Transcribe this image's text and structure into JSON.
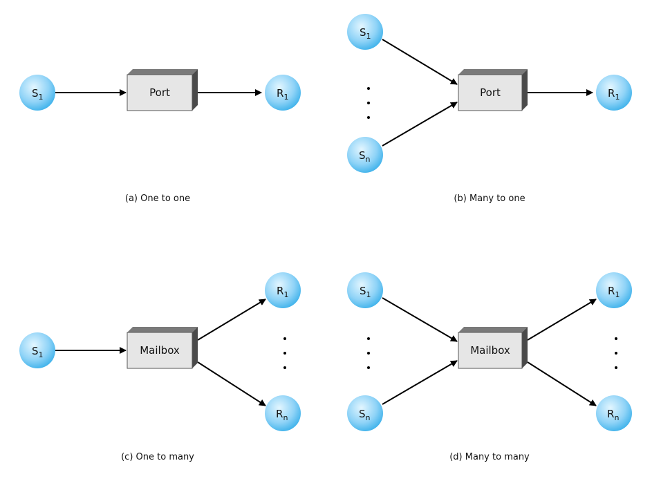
{
  "panels": [
    {
      "id": "a",
      "caption": "(a) One to one",
      "box_label": "Port",
      "senders": [
        {
          "base": "S",
          "sub": "1"
        }
      ],
      "receivers": [
        {
          "base": "R",
          "sub": "1"
        }
      ]
    },
    {
      "id": "b",
      "caption": "(b) Many to one",
      "box_label": "Port",
      "senders": [
        {
          "base": "S",
          "sub": "1"
        },
        {
          "base": "S",
          "sub": "n"
        }
      ],
      "receivers": [
        {
          "base": "R",
          "sub": "1"
        }
      ]
    },
    {
      "id": "c",
      "caption": "(c) One to many",
      "box_label": "Mailbox",
      "senders": [
        {
          "base": "S",
          "sub": "1"
        }
      ],
      "receivers": [
        {
          "base": "R",
          "sub": "1"
        },
        {
          "base": "R",
          "sub": "n"
        }
      ]
    },
    {
      "id": "d",
      "caption": "(d) Many to many",
      "box_label": "Mailbox",
      "senders": [
        {
          "base": "S",
          "sub": "1"
        },
        {
          "base": "S",
          "sub": "n"
        }
      ],
      "receivers": [
        {
          "base": "R",
          "sub": "1"
        },
        {
          "base": "R",
          "sub": "n"
        }
      ]
    }
  ],
  "colors": {
    "node_fill_center": "#dcf2ff",
    "node_fill_edge": "#4fb9ee",
    "box_front": "#e6e6e6",
    "box_top": "#7a7a7a",
    "box_side": "#4a4a4a",
    "arrow": "#000000"
  }
}
